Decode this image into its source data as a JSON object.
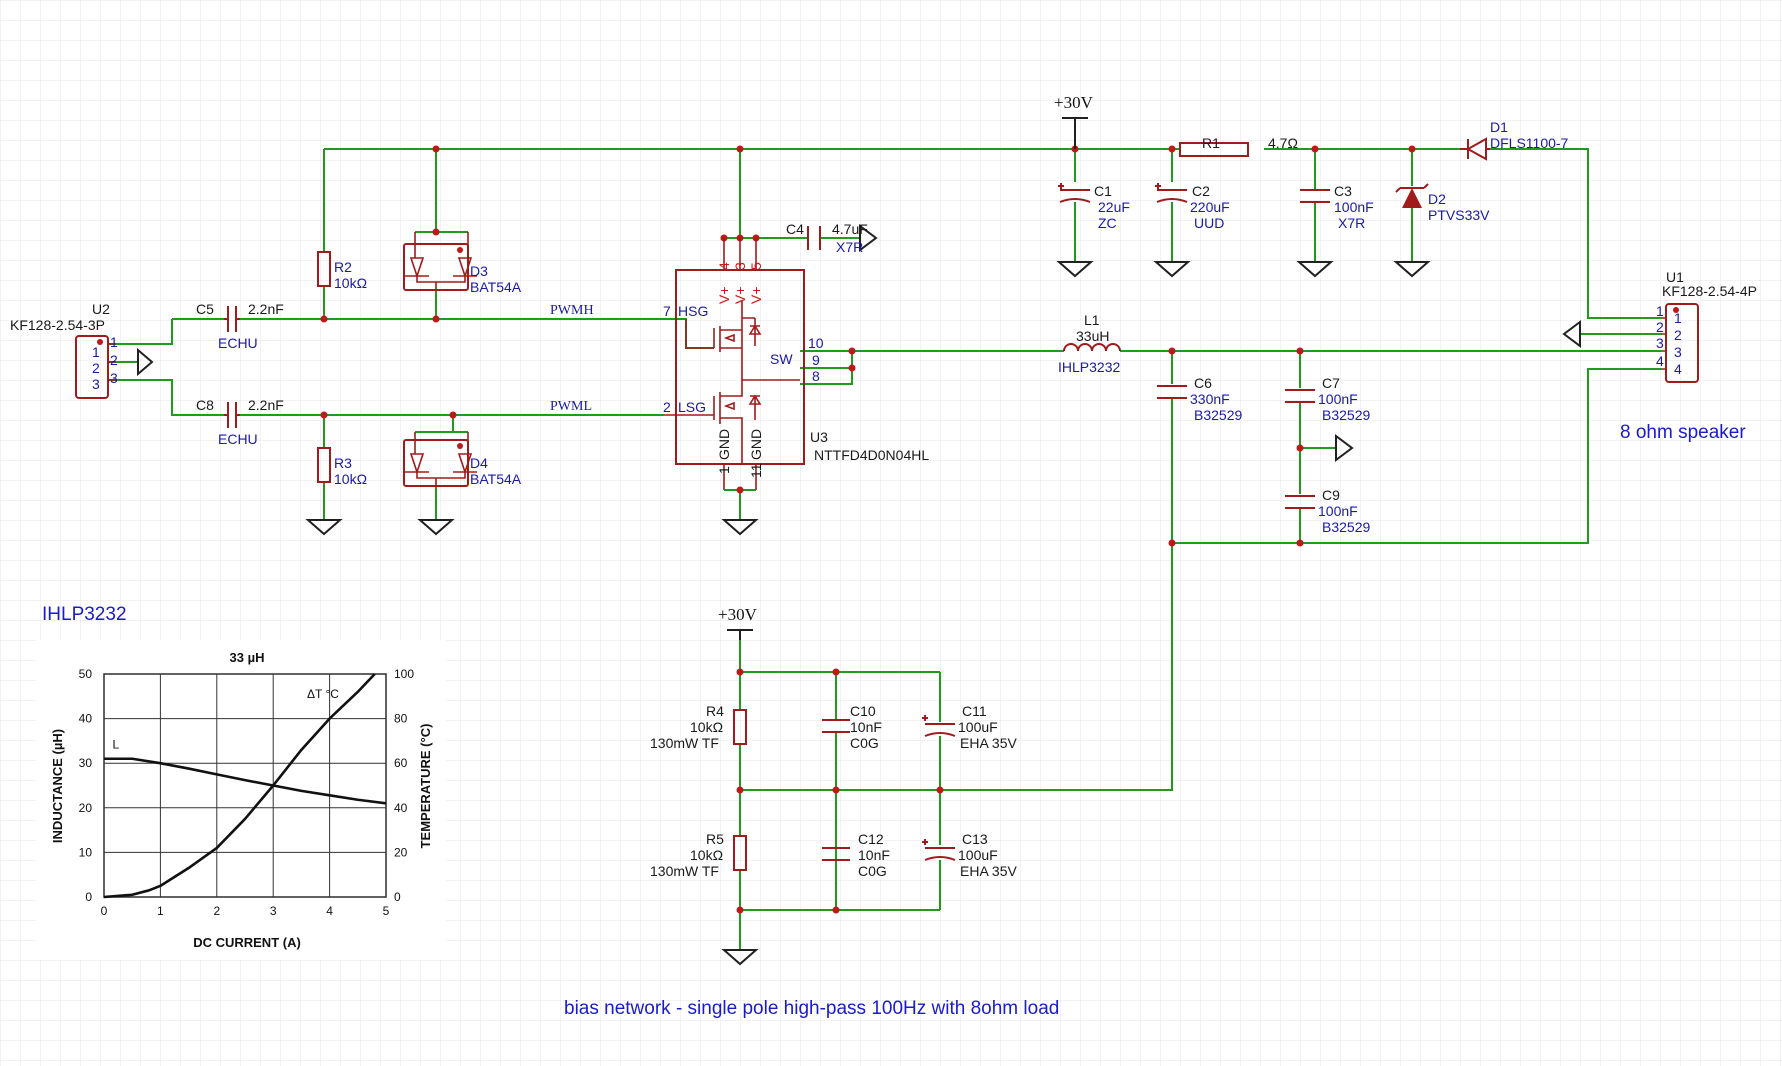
{
  "power": {
    "top": "+30V",
    "bias": "+30V"
  },
  "components": {
    "U2": {
      "ref": "U2",
      "value": "KF128-2.54-3P",
      "pins": [
        "1",
        "2",
        "3"
      ]
    },
    "C5": {
      "ref": "C5",
      "value": "2.2nF",
      "type": "ECHU"
    },
    "C8": {
      "ref": "C8",
      "value": "2.2nF",
      "type": "ECHU"
    },
    "R2": {
      "ref": "R2",
      "value": "10kΩ"
    },
    "R3": {
      "ref": "R3",
      "value": "10kΩ"
    },
    "D3": {
      "ref": "D3",
      "value": "BAT54A"
    },
    "D4": {
      "ref": "D4",
      "value": "BAT54A"
    },
    "C4": {
      "ref": "C4",
      "value": "4.7uF",
      "type": "X7R"
    },
    "U3": {
      "ref": "U3",
      "value": "NTTFD4D0N04HL",
      "pins": {
        "hsg": "HSG",
        "hsg_num": "7",
        "lsg": "LSG",
        "lsg_num": "2",
        "sw": "SW",
        "sw10": "10",
        "sw9": "9",
        "sw8": "8",
        "vp4": "V+",
        "vp4n": "4",
        "vp3": "V+",
        "vp3n": "3",
        "vp5": "V+",
        "vp5n": "5",
        "gnd1": "GND",
        "gnd1n": "1",
        "gnd11": "GND",
        "gnd11n": "11"
      }
    },
    "C1": {
      "ref": "C1",
      "value": "22uF",
      "type": "ZC"
    },
    "C2": {
      "ref": "C2",
      "value": "220uF",
      "type": "UUD"
    },
    "R1": {
      "ref": "R1",
      "value": "4.7Ω"
    },
    "C3": {
      "ref": "C3",
      "value": "100nF",
      "type": "X7R"
    },
    "D1": {
      "ref": "D1",
      "value": "DFLS1100-7"
    },
    "D2": {
      "ref": "D2",
      "value": "PTVS33V"
    },
    "L1": {
      "ref": "L1",
      "value": "33uH",
      "type": "IHLP3232"
    },
    "C6": {
      "ref": "C6",
      "value": "330nF",
      "type": "B32529"
    },
    "C7": {
      "ref": "C7",
      "value": "100nF",
      "type": "B32529"
    },
    "C9": {
      "ref": "C9",
      "value": "100nF",
      "type": "B32529"
    },
    "U1": {
      "ref": "U1",
      "value": "KF128-2.54-4P",
      "pins": [
        "1",
        "2",
        "3",
        "4"
      ]
    },
    "R4": {
      "ref": "R4",
      "value": "10kΩ",
      "type": "130mW TF"
    },
    "R5": {
      "ref": "R5",
      "value": "10kΩ",
      "type": "130mW TF"
    },
    "C10": {
      "ref": "C10",
      "value": "10nF",
      "type": "C0G"
    },
    "C12": {
      "ref": "C12",
      "value": "10nF",
      "type": "C0G"
    },
    "C11": {
      "ref": "C11",
      "value": "100uF",
      "type": "EHA 35V"
    },
    "C13": {
      "ref": "C13",
      "value": "100uF",
      "type": "EHA 35V"
    }
  },
  "nets": {
    "pwmh": "PWMH",
    "pwml": "PWML"
  },
  "notes": {
    "speaker": "8 ohm speaker",
    "inductor": "IHLP3232",
    "bias": "bias network - single pole high-pass 100Hz with 8ohm load"
  },
  "chart_data": {
    "type": "line",
    "title": "33 µH",
    "xlabel": "DC CURRENT (A)",
    "ylabel": "INDUCTANCE (µH)",
    "y2label": "TEMPERATURE (°C)",
    "xlim": [
      0,
      5
    ],
    "ylim": [
      0,
      50
    ],
    "y2lim": [
      0,
      100
    ],
    "x_ticks": [
      "0",
      "1",
      "2",
      "3",
      "4",
      "5"
    ],
    "y_ticks": [
      "0",
      "10",
      "20",
      "30",
      "40",
      "50"
    ],
    "y2_ticks": [
      "0",
      "20",
      "40",
      "60",
      "80",
      "100"
    ],
    "grid": true,
    "series": [
      {
        "name": "L",
        "axis": "left",
        "x": [
          0,
          0.5,
          1,
          1.5,
          2,
          2.5,
          3,
          3.5,
          4,
          4.5,
          5
        ],
        "y": [
          31,
          31,
          30,
          28.8,
          27.5,
          26.2,
          25,
          23.8,
          22.8,
          21.8,
          21
        ]
      },
      {
        "name": "ΔT °C",
        "axis": "right",
        "x": [
          0,
          0.5,
          0.8,
          1,
          1.5,
          2,
          2.5,
          3,
          3.5,
          4,
          4.5,
          4.8
        ],
        "y": [
          0,
          1,
          3,
          5,
          13,
          22,
          35,
          50,
          66,
          80,
          92,
          100
        ]
      }
    ]
  }
}
